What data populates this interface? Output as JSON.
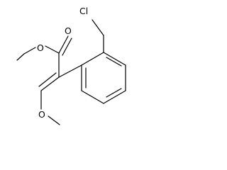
{
  "molecule": {
    "atoms": {
      "chlorine": "Cl",
      "carbonyl_oxygen": "O",
      "ester_oxygen": "O",
      "enol_ether_oxygen": "O"
    }
  },
  "colors": {
    "bond": "#000000",
    "label": "#000000",
    "background": "#ffffff"
  }
}
